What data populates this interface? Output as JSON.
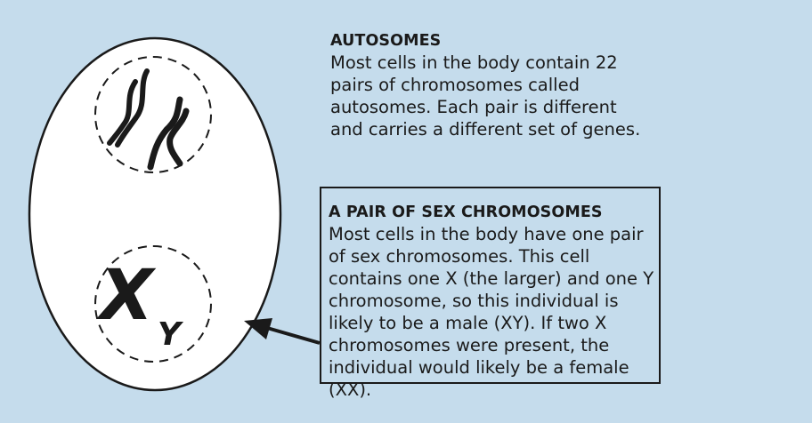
{
  "autosomes": {
    "heading": "AUTOSOMES",
    "body": "Most cells in the body contain 22 pairs of chromosomes called autosomes. Each pair is different and carries a different set of genes."
  },
  "sex_chromosomes": {
    "heading": "A PAIR OF SEX CHROMOSOMES",
    "body": "Most cells in the body have one pair of sex chromosomes. This cell contains one X (the larger) and one Y chromosome, so this individual is likely to be a male (XY). If two X chromosomes were present, the individual would likely be a female (XX).",
    "glyph_x": "X",
    "glyph_y": "Y"
  },
  "colors": {
    "background": "#c5dcec",
    "cell_fill": "#ffffff",
    "ink": "#1a1a1a"
  },
  "icons": [
    "cell",
    "nucleus",
    "chromosome",
    "arrow"
  ]
}
